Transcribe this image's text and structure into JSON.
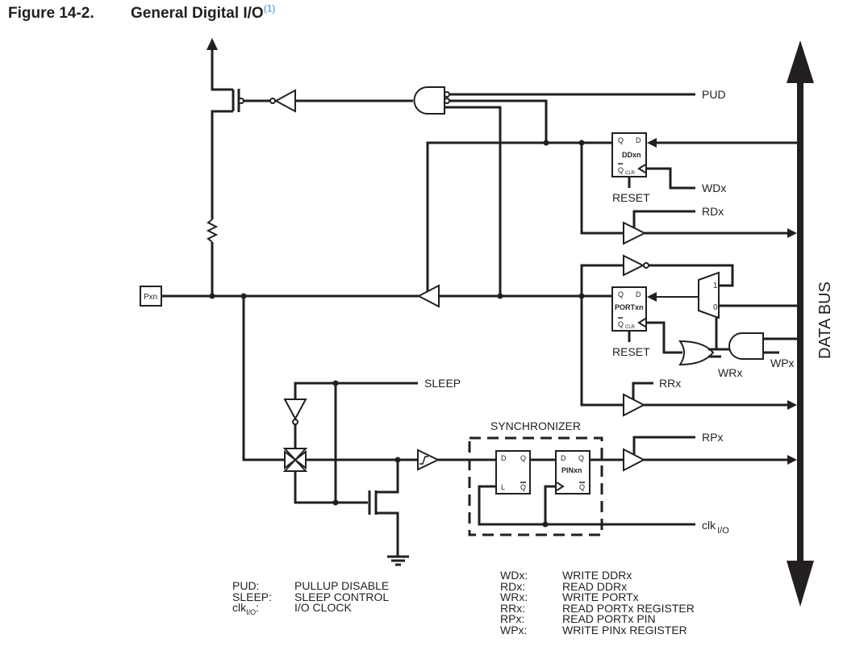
{
  "figure": {
    "number": "Figure 14-2.",
    "title": "General Digital I/O",
    "footnote_ref": "(1)"
  },
  "signals": {
    "pud": "PUD",
    "wdx": "WDx",
    "rdx": "RDx",
    "rrx": "RRx",
    "wrx": "WRx",
    "wpx": "WPx",
    "rpx": "RPx",
    "sleep": "SLEEP",
    "clk": "clk",
    "clk_sub": "I/O",
    "reset_ddr": "RESET",
    "reset_port": "RESET"
  },
  "pin": {
    "label": "Pxn"
  },
  "bus": {
    "label": "DATA BUS"
  },
  "blocks": {
    "ddr": {
      "name": "DDxn",
      "q": "Q",
      "d": "D",
      "qbar": "Q",
      "clr": "CLR"
    },
    "port": {
      "name": "PORTxn",
      "q": "Q",
      "d": "D",
      "qbar": "Q",
      "clr": "CLR"
    },
    "latch": {
      "d": "D",
      "q": "Q",
      "l": "L",
      "qbar": "Q"
    },
    "pin": {
      "name": "PINxn",
      "d": "D",
      "q": "Q",
      "qbar": "Q"
    },
    "mux": {
      "in1": "1",
      "in0": "0"
    },
    "synchronizer": "SYNCHRONIZER"
  },
  "legend_left": [
    {
      "key": "PUD:",
      "value": "PULLUP DISABLE"
    },
    {
      "key": "SLEEP:",
      "value": "SLEEP CONTROL"
    },
    {
      "key": "clk",
      "key_sub": "I/O",
      "key_suffix": ":",
      "value": "I/O CLOCK"
    }
  ],
  "legend_right": [
    {
      "key": "WDx:",
      "value": "WRITE DDRx"
    },
    {
      "key": "RDx:",
      "value": "READ DDRx"
    },
    {
      "key": "WRx:",
      "value": "WRITE PORTx"
    },
    {
      "key": "RRx:",
      "value": "READ PORTx REGISTER"
    },
    {
      "key": "RPx:",
      "value": "READ PORTx PIN"
    },
    {
      "key": "WPx:",
      "value": "WRITE PINx REGISTER"
    }
  ]
}
